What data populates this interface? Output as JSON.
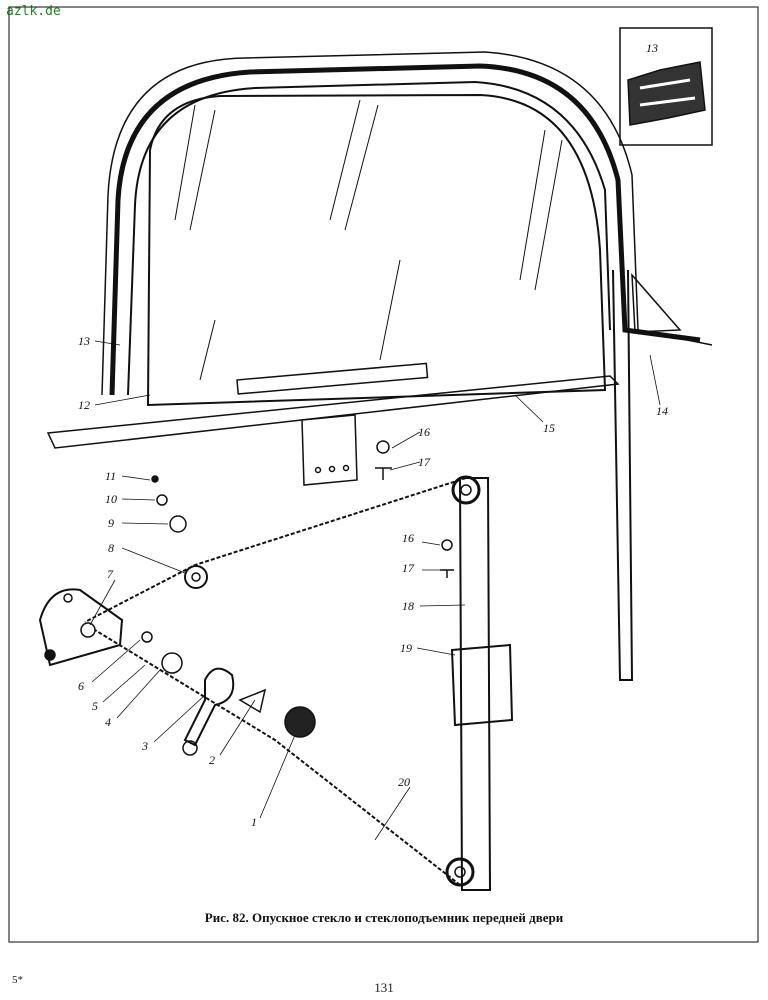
{
  "watermark": "azlk.de",
  "figure": {
    "caption": "Рис. 82. Опускное стекло и стеклоподъемник передней двери",
    "inset_label": "13",
    "callouts": [
      "13",
      "12",
      "15",
      "14",
      "16",
      "17",
      "11",
      "10",
      "9",
      "8",
      "7",
      "6",
      "5",
      "4",
      "3",
      "2",
      "1",
      "16",
      "17",
      "18",
      "19",
      "20"
    ]
  },
  "footer": {
    "signature_mark": "5*",
    "page_number": "131"
  }
}
